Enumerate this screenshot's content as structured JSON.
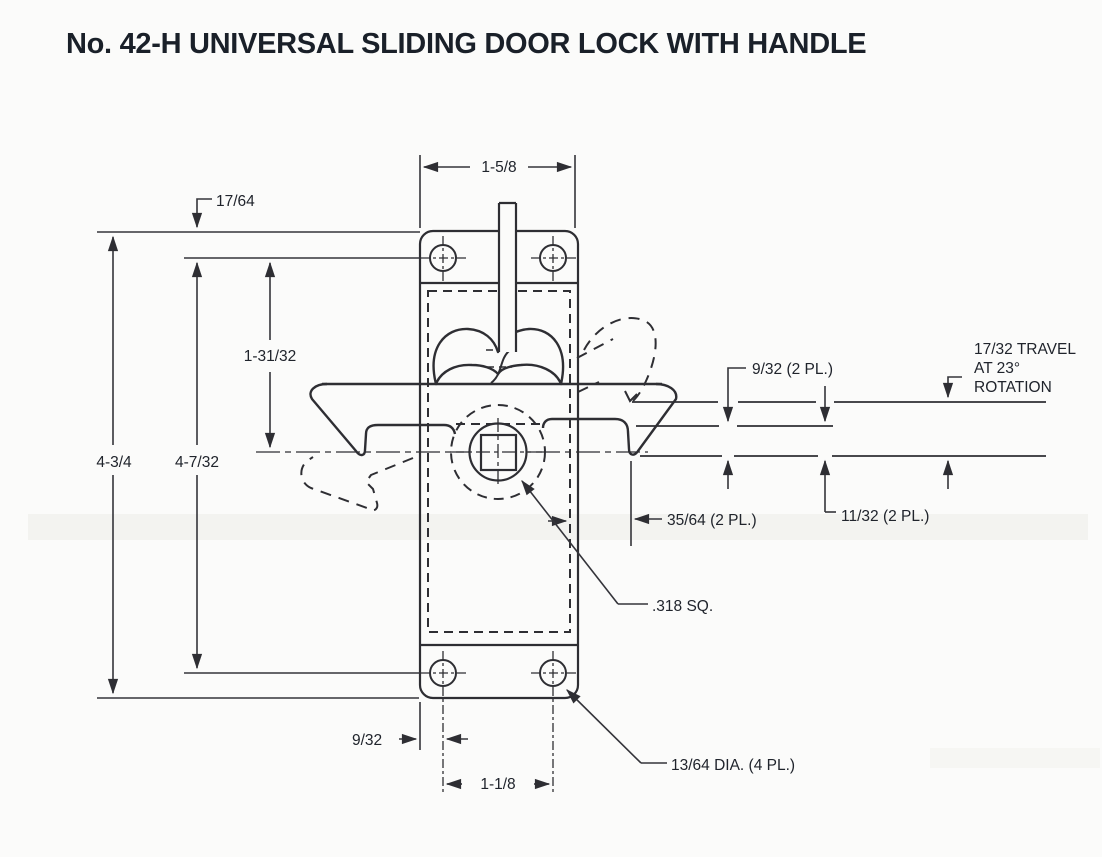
{
  "title": "No. 42-H UNIVERSAL SLIDING DOOR LOCK WITH HANDLE",
  "drawing": {
    "type": "technical-dimension-drawing",
    "part_number": "No. 42-H",
    "part_name": "Universal Sliding Door Lock with Handle",
    "line_color": "#2e2e33",
    "dim_color": "#34343a",
    "dimensions": {
      "plate_width": "1-5/8",
      "top_hole_offset": "17/64",
      "overall_height": "4-3/4",
      "hole_span_height": "4-7/32",
      "spindle_center_from_holes": "1-31/32",
      "latch_upper_gap": "9/32 (2 PL.)",
      "travel_line1": "17/32 TRAVEL",
      "travel_line2": "AT 23°",
      "travel_line3": "ROTATION",
      "latch_tip_to_plate": "35/64 (2 PL.)",
      "latch_lower_gap": "11/32 (2 PL.)",
      "spindle_square": ".318 SQ.",
      "bottom_hole_side_offset": "9/32",
      "bottom_hole_spacing": "1-1/8",
      "hole_diameter": "13/64 DIA. (4 PL.)"
    }
  }
}
